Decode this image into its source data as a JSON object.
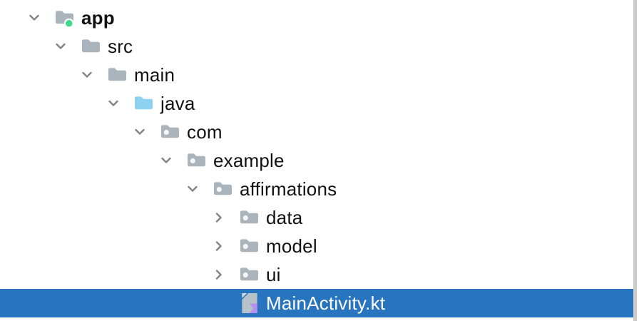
{
  "colors": {
    "selection_blue": "#2874BE",
    "folder_gray": "#A9B4BC",
    "source_folder_blue": "#8ED2F1",
    "android_green": "#3EDA8C",
    "package_dot": "#F4F6F7",
    "kotlin_file_gray": "#B7C2C9",
    "kotlin_fold_gray": "#D3DBDF",
    "kotlin_purple": "#B68FF2",
    "chevron_gray": "#848484",
    "text": "#111111",
    "selected_text": "#FFFFFF",
    "panel_border": "#CBCBCB"
  },
  "tree": {
    "items": [
      {
        "label": "app",
        "level": 0,
        "state": "expanded",
        "icon": "android-folder",
        "bold": true,
        "selected": false
      },
      {
        "label": "src",
        "level": 1,
        "state": "expanded",
        "icon": "folder",
        "bold": false,
        "selected": false
      },
      {
        "label": "main",
        "level": 2,
        "state": "expanded",
        "icon": "folder",
        "bold": false,
        "selected": false
      },
      {
        "label": "java",
        "level": 3,
        "state": "expanded",
        "icon": "source-folder",
        "bold": false,
        "selected": false
      },
      {
        "label": "com",
        "level": 4,
        "state": "expanded",
        "icon": "package",
        "bold": false,
        "selected": false
      },
      {
        "label": "example",
        "level": 5,
        "state": "expanded",
        "icon": "package",
        "bold": false,
        "selected": false
      },
      {
        "label": "affirmations",
        "level": 6,
        "state": "expanded",
        "icon": "package",
        "bold": false,
        "selected": false
      },
      {
        "label": "data",
        "level": 7,
        "state": "collapsed",
        "icon": "package",
        "bold": false,
        "selected": false
      },
      {
        "label": "model",
        "level": 7,
        "state": "collapsed",
        "icon": "package",
        "bold": false,
        "selected": false
      },
      {
        "label": "ui",
        "level": 7,
        "state": "collapsed",
        "icon": "package",
        "bold": false,
        "selected": false
      },
      {
        "label": "MainActivity.kt",
        "level": 7,
        "state": "leaf",
        "icon": "kotlin-file",
        "bold": false,
        "selected": true
      }
    ]
  }
}
